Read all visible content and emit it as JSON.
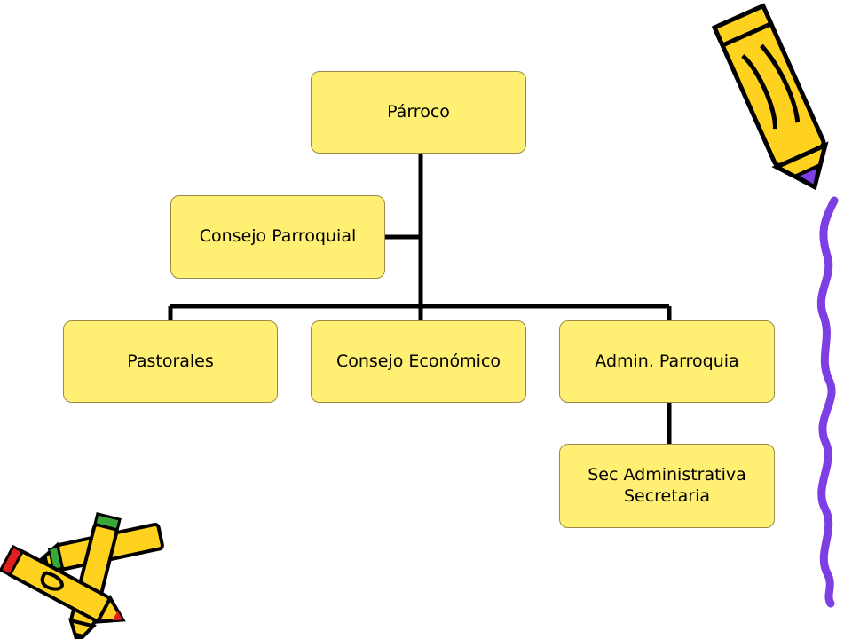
{
  "org_chart": {
    "root": {
      "label": "Párroco"
    },
    "advisor": {
      "label": "Consejo Parroquial"
    },
    "children": [
      {
        "label": "Pastorales"
      },
      {
        "label": "Consejo Económico"
      },
      {
        "label": "Admin. Parroquia"
      }
    ],
    "sub": {
      "line1": "Sec Administrativa",
      "line2": "Secretaria"
    }
  },
  "colors": {
    "box_fill": "#ffef73",
    "box_border": "#9a8a4a",
    "connector": "#000000",
    "pencil_yellow": "#ffd21f",
    "pencil_purple": "#7b3fe4"
  },
  "decorations": {
    "top_right": "pencil-icon",
    "right_edge": "squiggle-icon",
    "bottom_left": "crossed-pencils-icon"
  }
}
